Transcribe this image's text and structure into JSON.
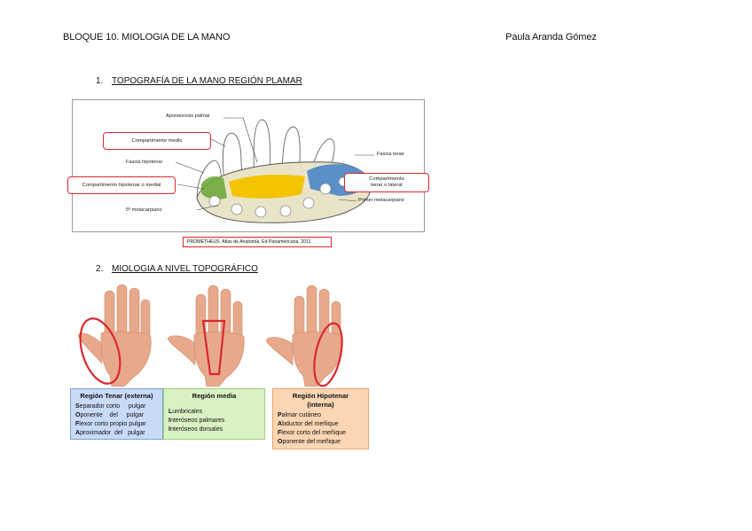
{
  "header": {
    "left": "BLOQUE 10. MIOLOGIA DE LA MANO",
    "right": "Paula Aranda Gómez"
  },
  "section1": {
    "number": "1.",
    "title": "TOPOGRAFÍA DE LA MANO REGIÓN PLAMAR"
  },
  "figure1": {
    "labels": {
      "aponeurosis": "Aponeurosis palmar",
      "comp_medio": "Compartimento medio",
      "fascia_hipotenar": "Fascia hipotenar",
      "comp_hipotenar": "Compartimento hipotenar o medial",
      "metacarpiano5": "5º metacarpiano",
      "fascia_tenar": "Fascia tenar",
      "comp_tenar_1": "Compartimento",
      "comp_tenar_2": "tenar o lateral",
      "primer_metacarpiano": "Primer metacarpiano"
    },
    "caption": "PROMETHEUS. Atlas de Anatomía. Ed Panamericana. 2011"
  },
  "section2": {
    "number": "2.",
    "title": "MIOLOGIA A NIVEL TOPOGRÁFICO"
  },
  "regions": [
    {
      "title": "Región Tenar (externa)",
      "items": [
        {
          "first": "S",
          "rest": "eparador corto     pulgar"
        },
        {
          "first": "O",
          "rest": "ponente    del     pulgar"
        },
        {
          "first": "F",
          "rest": "lexor corto propio pulgar"
        },
        {
          "first": "A",
          "rest": "proximador  del   pulgar"
        }
      ]
    },
    {
      "title": "Región media",
      "items": [
        {
          "first": "L",
          "rest": "umbricales"
        },
        {
          "first": "I",
          "rest": "nteróseos palmares"
        },
        {
          "first": "I",
          "rest": "nteróseos dorsales"
        }
      ]
    },
    {
      "title": "Región Hipotenar",
      "subtitle": "(interna)",
      "items": [
        {
          "first": "P",
          "rest": "almar cutáneo"
        },
        {
          "first": "A",
          "rest": "bductor del meñique"
        },
        {
          "first": "F",
          "rest": "lexor corto del meñique"
        },
        {
          "first": "O",
          "rest": "ponente del meñique"
        }
      ]
    }
  ],
  "colors": {
    "highlight": "#d9282f",
    "tenar_bg": "#c9daf8",
    "tenar_border": "#7ea3d8",
    "media_bg": "#d9f2c4",
    "media_border": "#9fcf78",
    "hipo_bg": "#fbd6b4",
    "hipo_border": "#e9a66b"
  }
}
